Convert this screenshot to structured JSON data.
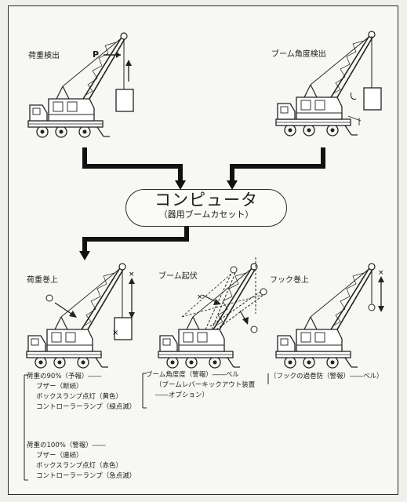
{
  "labels": {
    "load_detection": "荷重検出",
    "boom_angle_detection": "ブーム角度検出",
    "p_marker": "P",
    "load_lift": "荷重巻上",
    "boom_raise": "ブーム起伏",
    "hook_lift": "フック巻上"
  },
  "computer": {
    "title": "コンピュータ",
    "subtitle": "（器用ブームカセット）"
  },
  "notes": {
    "load": [
      "荷重の90%（予報）――",
      "ブザー（断続）",
      "ボックスランプ点灯（黄色）",
      "コントローラーランプ（緑点滅）",
      "荷重の100%（警報）――",
      "ブザー（連続）",
      "ボックスランプ点灯（赤色）",
      "コントローラーランプ（急点滅）"
    ],
    "boom": [
      "ブーム角度度（警報）――ベル",
      "（ブームレバーキックアウト装置",
      "――オプション）"
    ],
    "hook": [
      "（フックの過巻防（警報）――ベル）"
    ]
  }
}
